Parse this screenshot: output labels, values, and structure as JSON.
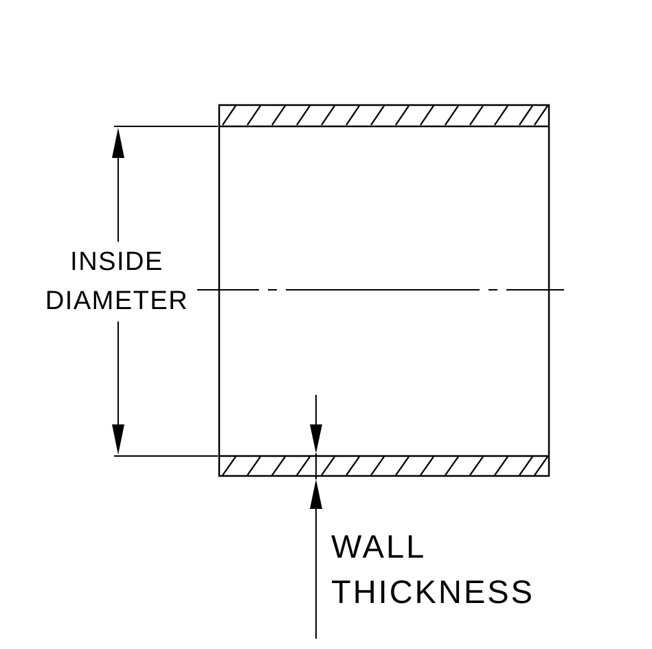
{
  "diagram": {
    "type": "technical-drawing-cross-section",
    "labels": {
      "inside_diameter": {
        "line1": "INSIDE",
        "line2": "DIAMETER"
      },
      "wall_thickness": {
        "line1": "WALL",
        "line2": "THICKNESS"
      }
    },
    "colors": {
      "line": "#000000",
      "background": "#ffffff"
    }
  }
}
